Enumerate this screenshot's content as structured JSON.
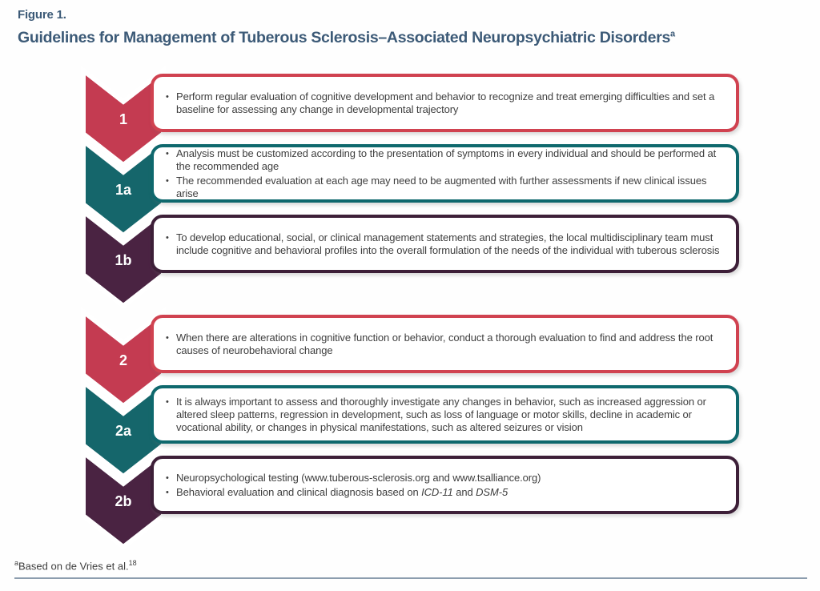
{
  "figure": {
    "label": "Figure 1.",
    "title": "Guidelines for Management of Tuberous Sclerosis–Associated Neuropsychiatric Disorders",
    "title_superscript": "a"
  },
  "colors": {
    "red": {
      "fill": "#c43b51",
      "border": "#d04250"
    },
    "teal": {
      "fill": "#15666b",
      "border": "#0e686d"
    },
    "plum": {
      "fill": "#4a2342",
      "border": "#3d1f38"
    },
    "title_text": "#3c5a77",
    "body_text": "#3e3e3e",
    "footer_rule": "#8c9dae"
  },
  "rows": [
    {
      "id": "1",
      "color": "red",
      "bullets": [
        [
          {
            "text": "Perform regular evaluation of cognitive development and behavior to recognize and treat emerging difficulties and set a baseline for assessing any change in developmental trajectory"
          }
        ]
      ]
    },
    {
      "id": "1a",
      "color": "teal",
      "bullets": [
        [
          {
            "text": "Analysis must be customized according to the presentation of symptoms in every individual and should be performed at the recommended age"
          }
        ],
        [
          {
            "text": "The recommended evaluation at each age may need to be augmented with further assessments if new clinical issues arise"
          }
        ]
      ]
    },
    {
      "id": "1b",
      "color": "plum",
      "bullets": [
        [
          {
            "text": "To develop educational, social, or clinical management statements and strategies, the local multidisciplinary team must include cognitive and behavioral profiles into the overall formulation of the needs of the individual with tuberous sclerosis"
          }
        ]
      ]
    },
    {
      "id": "2",
      "color": "red",
      "bullets": [
        [
          {
            "text": "When there are alterations in cognitive function or behavior, conduct a thorough evaluation to find and address the root causes of neurobehavioral change"
          }
        ]
      ]
    },
    {
      "id": "2a",
      "color": "teal",
      "bullets": [
        [
          {
            "text": "It is always important to assess and thoroughly investigate any changes in behavior, such as increased aggression or altered sleep patterns, regression in development, such as loss of language or motor skills, decline in academic or vocational ability, or changes in physical manifestations, such as altered seizures or vision"
          }
        ]
      ]
    },
    {
      "id": "2b",
      "color": "plum",
      "bullets": [
        [
          {
            "text": "Neuropsychological testing (www.tuberous-sclerosis.org and www.tsalliance.org)"
          }
        ],
        [
          {
            "text": "Behavioral evaluation and clinical diagnosis based on "
          },
          {
            "text": "ICD-11",
            "italic": true
          },
          {
            "text": " and "
          },
          {
            "text": "DSM-5",
            "italic": true
          }
        ]
      ]
    }
  ],
  "footnote": {
    "superscript": "a",
    "text": "Based on de Vries et al.",
    "reference": "18"
  }
}
